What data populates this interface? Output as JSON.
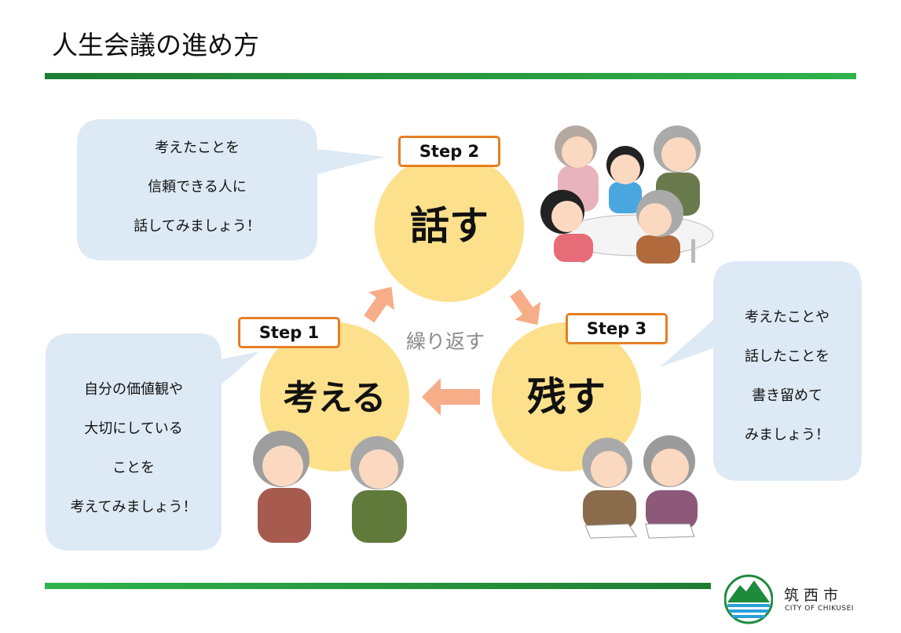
{
  "title": "人生会議の進め方",
  "steps": [
    {
      "step": "Step 1",
      "label": "考える",
      "bubble": [
        "自分の価値観や",
        "大切にしている",
        "ことを",
        "考えてみましょう！"
      ]
    },
    {
      "step": "Step 2",
      "label": "話す",
      "bubble": [
        "考えたことを",
        "信頼できる人に",
        "話してみましょう！"
      ]
    },
    {
      "step": "Step 3",
      "label": "残す",
      "bubble": [
        "考えたことや",
        "話したことを",
        "書き留めて",
        "みましょう！"
      ]
    }
  ],
  "cycle_label": "繰り返す",
  "city": {
    "name": "筑西市",
    "name_en": "CITY OF CHIKUSEI"
  },
  "colors": {
    "circle": "#fde08b",
    "bubble": "#dde9f5",
    "step_border": "#e67e22",
    "arrow": "#f6ad88",
    "bar": "#2fb24b"
  }
}
